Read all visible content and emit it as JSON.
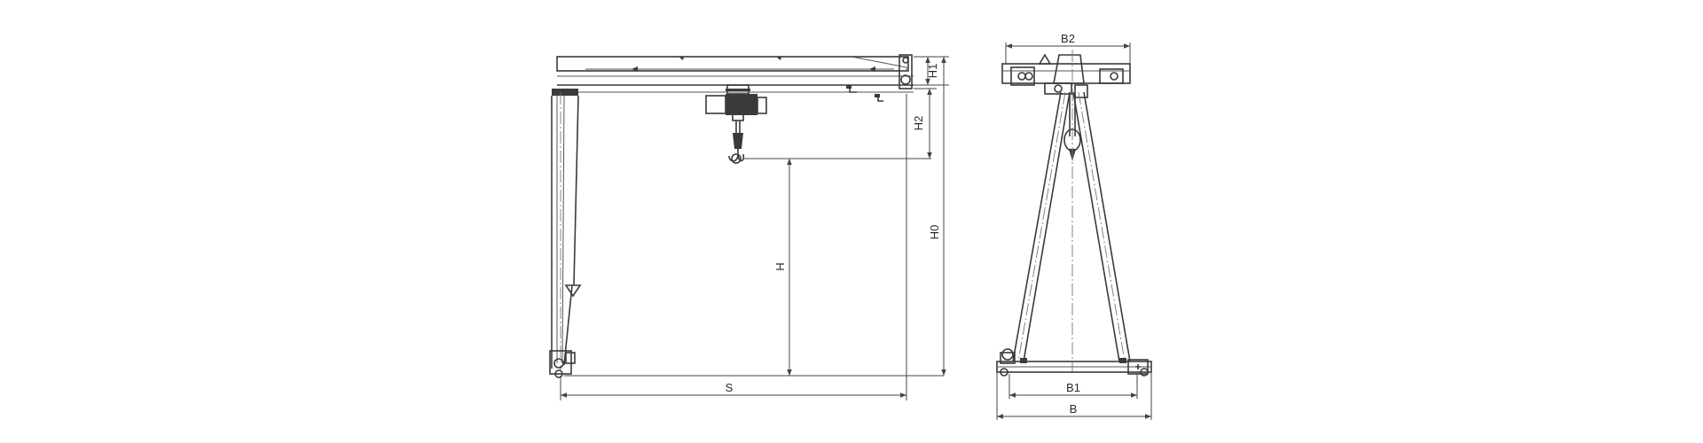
{
  "side_view": {
    "dimension_labels": {
      "span": "S",
      "lift_height": "H",
      "total_height": "H0",
      "beam_height": "H1",
      "hook_clearance": "H2"
    }
  },
  "end_view": {
    "dimension_labels": {
      "top_width": "B2",
      "inner_base_width": "B1",
      "base_width": "B"
    }
  },
  "colors": {
    "line": "#3a3a3a",
    "background": "#ffffff"
  }
}
